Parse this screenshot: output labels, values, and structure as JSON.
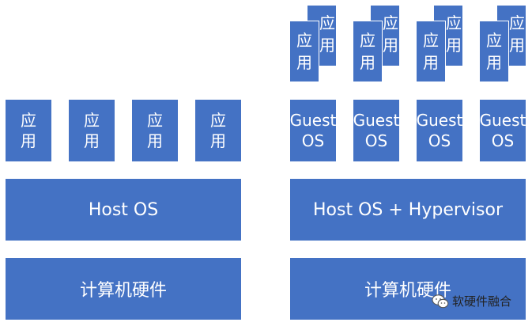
{
  "left_stack": {
    "apps": [
      {
        "line1": "应",
        "line2": "用"
      },
      {
        "line1": "应",
        "line2": "用"
      },
      {
        "line1": "应",
        "line2": "用"
      },
      {
        "line1": "应",
        "line2": "用"
      }
    ],
    "host_os": "Host OS",
    "hardware": "计算机硬件"
  },
  "right_stack": {
    "app_groups": [
      {
        "back": {
          "line1": "应",
          "line2": "用"
        },
        "front": {
          "line1": "应",
          "line2": "用"
        }
      },
      {
        "back": {
          "line1": "应",
          "line2": "用"
        },
        "front": {
          "line1": "应",
          "line2": "用"
        }
      },
      {
        "back": {
          "line1": "应",
          "line2": "用"
        },
        "front": {
          "line1": "应",
          "line2": "用"
        }
      },
      {
        "back": {
          "line1": "应",
          "line2": "用"
        },
        "front": {
          "line1": "应",
          "line2": "用"
        }
      }
    ],
    "guest_os": [
      {
        "line1": "Guest",
        "line2": "OS"
      },
      {
        "line1": "Guest",
        "line2": "OS"
      },
      {
        "line1": "Guest",
        "line2": "OS"
      },
      {
        "line1": "Guest",
        "line2": "OS"
      }
    ],
    "host_os": "Host OS + Hypervisor",
    "hardware": "计算机硬件"
  },
  "watermark": {
    "text": "软硬件融合",
    "icon": "wechat-icon"
  },
  "colors": {
    "box": "#4472c4",
    "text": "#ffffff"
  }
}
